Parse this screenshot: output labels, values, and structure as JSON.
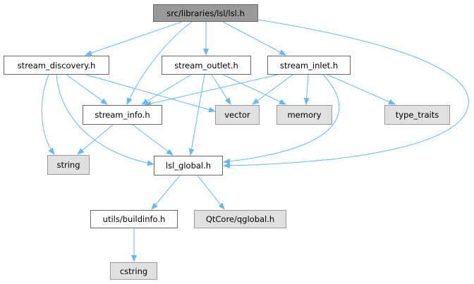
{
  "graph": {
    "title": "src/libraries/lsl/lsl.h",
    "edge_color": "#63b8ff",
    "nodes": [
      {
        "id": "main",
        "label": "src/libraries/lsl/lsl.h",
        "kind": "main"
      },
      {
        "id": "disc",
        "label": "stream_discovery.h",
        "kind": "file"
      },
      {
        "id": "outlet",
        "label": "stream_outlet.h",
        "kind": "file"
      },
      {
        "id": "inlet",
        "label": "stream_inlet.h",
        "kind": "file"
      },
      {
        "id": "info",
        "label": "stream_info.h",
        "kind": "file"
      },
      {
        "id": "vector",
        "label": "vector",
        "kind": "ext"
      },
      {
        "id": "memory",
        "label": "memory",
        "kind": "ext"
      },
      {
        "id": "tt",
        "label": "type_traits",
        "kind": "ext"
      },
      {
        "id": "string",
        "label": "string",
        "kind": "ext"
      },
      {
        "id": "global",
        "label": "lsl_global.h",
        "kind": "file"
      },
      {
        "id": "build",
        "label": "utils/buildinfo.h",
        "kind": "file"
      },
      {
        "id": "qt",
        "label": "QtCore/qglobal.h",
        "kind": "ext"
      },
      {
        "id": "cstring",
        "label": "cstring",
        "kind": "ext"
      }
    ],
    "edges": [
      [
        "main",
        "disc"
      ],
      [
        "main",
        "info"
      ],
      [
        "main",
        "outlet"
      ],
      [
        "main",
        "inlet"
      ],
      [
        "main",
        "global"
      ],
      [
        "disc",
        "string"
      ],
      [
        "disc",
        "global"
      ],
      [
        "disc",
        "info"
      ],
      [
        "disc",
        "vector"
      ],
      [
        "outlet",
        "info"
      ],
      [
        "outlet",
        "global"
      ],
      [
        "outlet",
        "vector"
      ],
      [
        "outlet",
        "memory"
      ],
      [
        "inlet",
        "info"
      ],
      [
        "inlet",
        "vector"
      ],
      [
        "inlet",
        "memory"
      ],
      [
        "inlet",
        "global"
      ],
      [
        "inlet",
        "tt"
      ],
      [
        "info",
        "string"
      ],
      [
        "info",
        "global"
      ],
      [
        "global",
        "build"
      ],
      [
        "global",
        "qt"
      ],
      [
        "build",
        "cstring"
      ]
    ]
  }
}
